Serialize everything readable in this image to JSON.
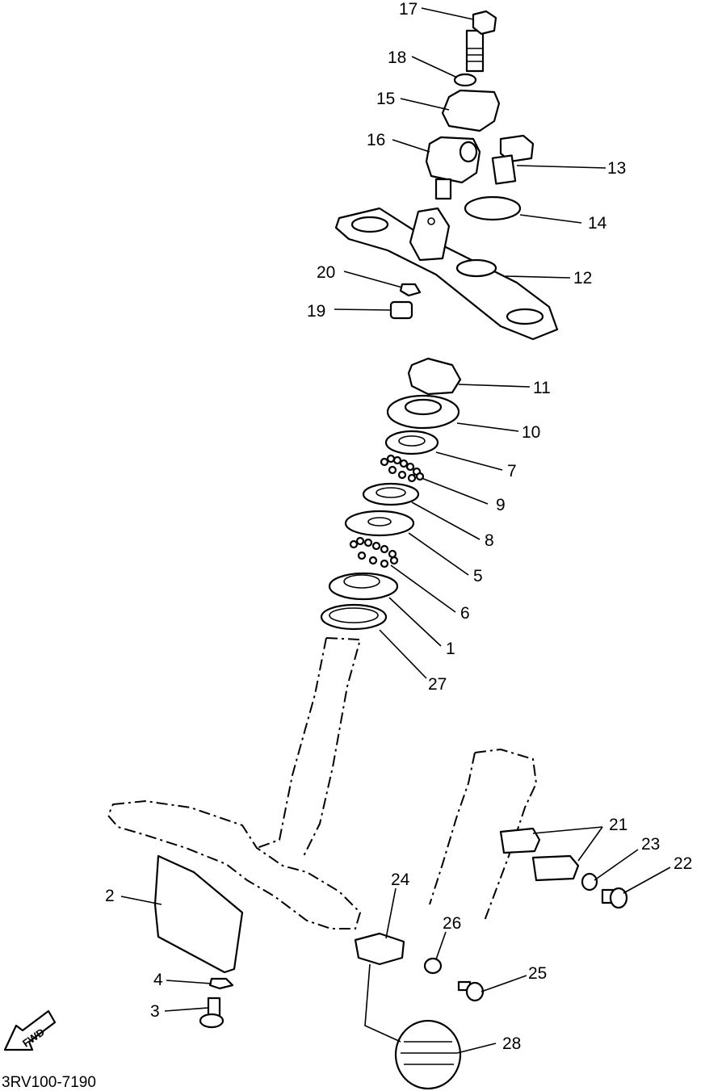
{
  "callouts": [
    "17",
    "18",
    "15",
    "16",
    "13",
    "14",
    "12",
    "20",
    "19",
    "11",
    "10",
    "7",
    "9",
    "8",
    "5",
    "6",
    "1",
    "27",
    "21",
    "23",
    "22",
    "24",
    "26",
    "2",
    "25",
    "4",
    "3",
    "28"
  ],
  "fwd_label": "FWD",
  "drawing_code": "3RV100-7190"
}
